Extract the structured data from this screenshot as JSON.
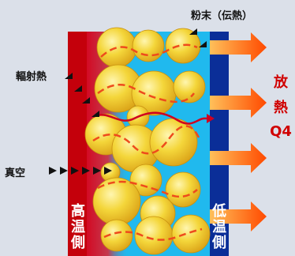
{
  "labels": {
    "powder": "粉末（伝熱）",
    "radiation": "輻射熱",
    "vacuum": "真空"
  },
  "hot_side": {
    "chars": [
      "高",
      "温",
      "側"
    ]
  },
  "cold_side": {
    "chars": [
      "低",
      "温",
      "側"
    ]
  },
  "heat_release": {
    "line1": "放",
    "line2": "熱",
    "line3": "Q4"
  },
  "colors": {
    "hot_wall": "#c4000b",
    "cold_wall": "#0a2e98",
    "chamber": "#20b9ee",
    "particle": "#f0cd2f",
    "path_dash": "#ee4b1c",
    "arrow_start": "#ffc05a",
    "arrow_end": "#ff4a00",
    "text_red": "#d00000",
    "background": "#dbe0e9"
  }
}
